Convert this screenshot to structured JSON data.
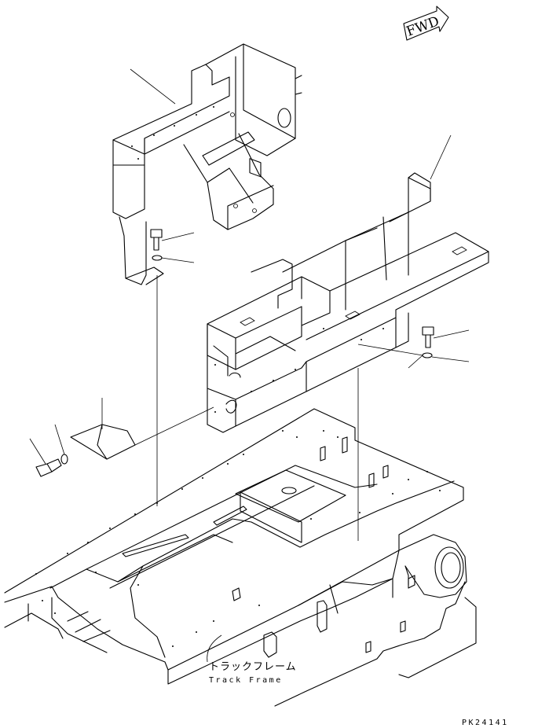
{
  "labels": {
    "direction": "FWD",
    "track_frame_jp": "トラックフレーム",
    "track_frame_en": "Track Frame",
    "drawing_code": "PK24141"
  }
}
